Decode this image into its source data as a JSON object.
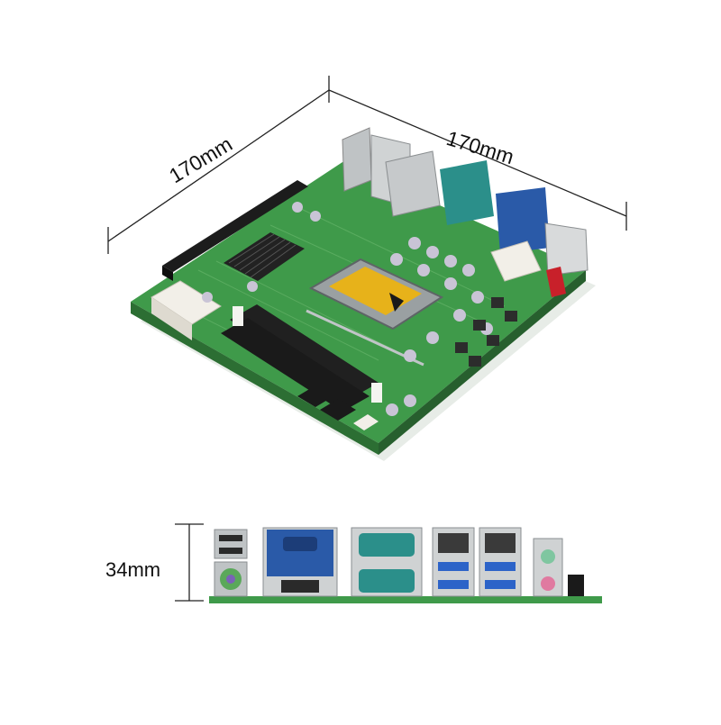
{
  "dimensions": {
    "width_label": "170mm",
    "depth_label": "170mm",
    "height_label": "34mm"
  },
  "board_label_text": "",
  "colors": {
    "pcb_green": "#3f9a4a",
    "pcb_dark": "#2f7c3a",
    "vga_blue": "#2a5aa8",
    "serial_teal": "#2b8f8a",
    "socket_gold": "#e7b21a",
    "usb_blue": "#2c63c8",
    "audio_green": "#7fc6a0",
    "audio_pink": "#e07aa0",
    "ps2_green": "#5aa85a",
    "ps2_purple": "#7a62b8"
  },
  "icons": [
    "caution-triangle-icon"
  ]
}
